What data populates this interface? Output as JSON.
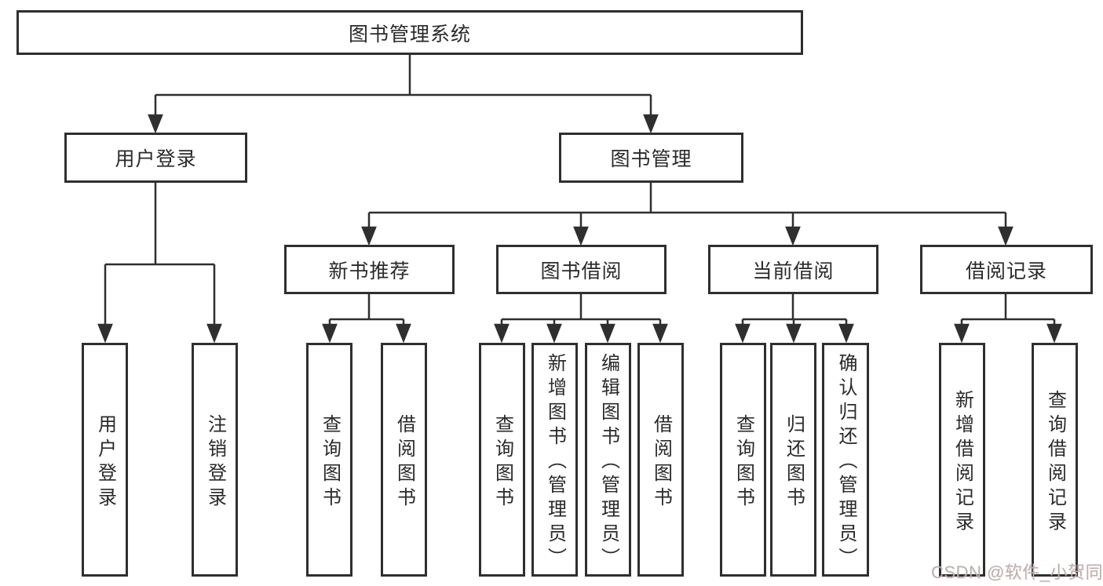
{
  "diagram": {
    "root": "图书管理系统",
    "level2": [
      {
        "label": "用户登录",
        "children": [
          "用户登录",
          "注销登录"
        ]
      },
      {
        "label": "图书管理"
      }
    ],
    "level3": [
      {
        "label": "新书推荐",
        "children": [
          "查询图书",
          "借阅图书"
        ]
      },
      {
        "label": "图书借阅",
        "children": [
          "查询图书",
          "新增图书（管理员）",
          "编辑图书（管理员）",
          "借阅图书"
        ]
      },
      {
        "label": "当前借阅",
        "children": [
          "查询图书",
          "归还图书",
          "确认归还（管理员）"
        ]
      },
      {
        "label": "借阅记录",
        "children": [
          "新增借阅记录",
          "查询借阅记录"
        ]
      }
    ]
  },
  "watermark": {
    "text": "CSDN @软件_小贺同学"
  },
  "colors": {
    "line": "#2f2f2f",
    "box_border": "#2f2f2f",
    "text": "#2a2a2a",
    "box_background": "#ffffff",
    "page_background": "#ffffff",
    "watermark": "#b9b1b1"
  }
}
